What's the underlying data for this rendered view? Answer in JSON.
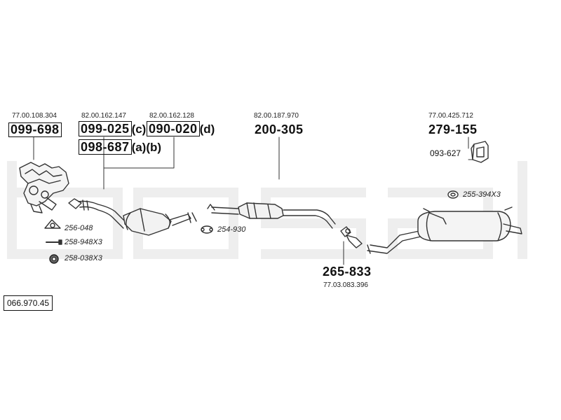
{
  "catalog_number": "066.970.45",
  "parts": {
    "p1": {
      "oe": "77.00.108.304",
      "num": "099-698"
    },
    "p2": {
      "oe": "82.00.162.147",
      "num": "099-025",
      "suffix": "(c)"
    },
    "p3": {
      "oe": "82.00.162.128",
      "num": "090-020",
      "suffix": "(d)"
    },
    "p4": {
      "num": "098-687",
      "suffix": "(a)(b)"
    },
    "p5": {
      "oe": "82.00.187.970",
      "num": "200-305"
    },
    "p6": {
      "oe": "77.00.425.712",
      "num": "279-155"
    },
    "p7": {
      "num": "093-627"
    },
    "p8": {
      "oe": "77.03.083.396",
      "num": "265-833"
    }
  },
  "small_parts": {
    "s1": "256-048",
    "s2": "258-948X3",
    "s3": "258-038X3",
    "s4": "254-930",
    "s5": "255-394X3"
  },
  "colors": {
    "watermark": "#eeeeee",
    "line": "#333333"
  }
}
